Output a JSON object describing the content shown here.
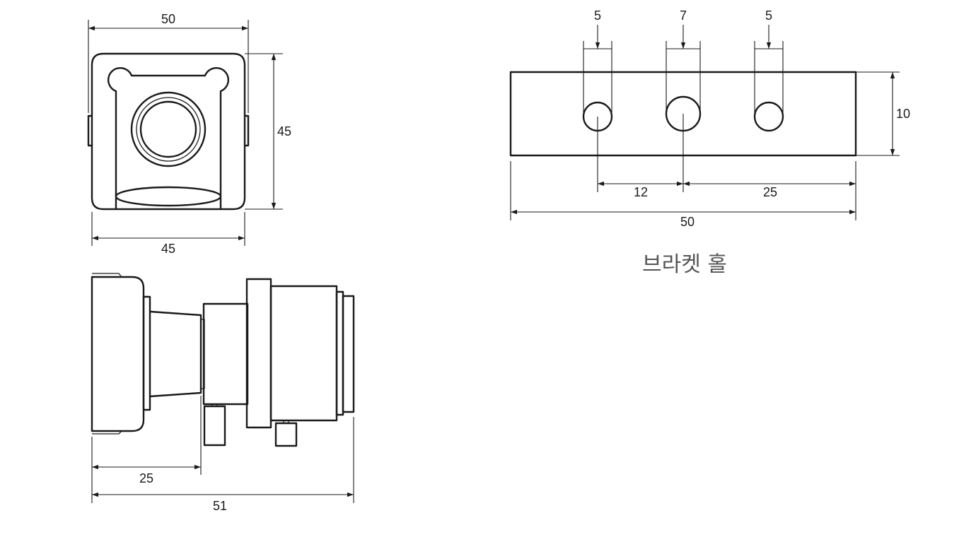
{
  "front_view": {
    "width_top": "50",
    "height": "45",
    "width_bottom": "45"
  },
  "side_view": {
    "depth_to_flange": "25",
    "total_length": "51"
  },
  "bracket_view": {
    "hole_left_dia": "5",
    "hole_center_dia": "7",
    "hole_right_dia": "5",
    "height": "10",
    "pitch_left_center": "12",
    "center_to_edge": "25",
    "total_width": "50",
    "caption": "브라켓 홀"
  }
}
